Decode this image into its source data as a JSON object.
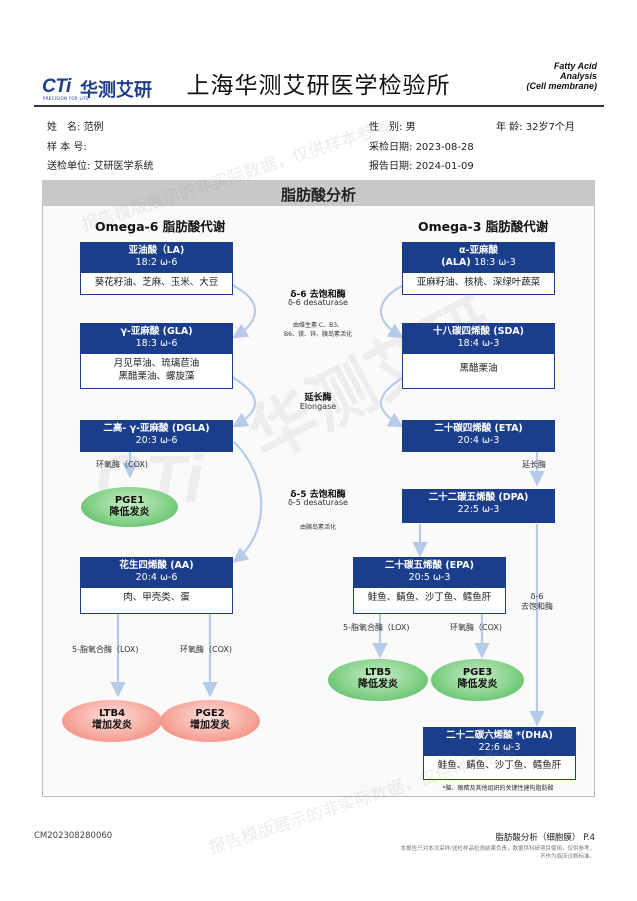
{
  "header": {
    "logo_text": "CTi",
    "logo_cn": "华测艾研",
    "logo_sub": "PRECISION FOR LIFE",
    "title": "上海华测艾研医学检验所",
    "en_title": [
      "Fatty Acid",
      "Analysis",
      "(Cell membrane)"
    ]
  },
  "patient": {
    "name_label": "姓　名:",
    "name_value": "范例",
    "gender_label": "性　别:",
    "gender_value": "男",
    "age_label": "年 龄:",
    "age_value": "32岁7个月",
    "sample_label": "样 本 号:",
    "sample_value": "",
    "collect_label": "采检日期:",
    "collect_value": "2023-08-28",
    "unit_label": "送检单位:",
    "unit_value": "艾研医学系统",
    "report_label": "报告日期:",
    "report_value": "2024-01-09"
  },
  "section_title": "脂肪酸分析",
  "omega6": {
    "title": "Omega-6  脂肪酸代谢",
    "la": {
      "name": "亚油酸（LA)",
      "formula": "18:2 ω-6",
      "sources": "葵花籽油、芝麻、玉米、大豆"
    },
    "gla": {
      "name": "γ-亚麻酸 (GLA)",
      "formula": "18:3 ω-6",
      "sources": [
        "月见草油、琉璃苣油",
        "黑醋栗油、螺旋藻"
      ]
    },
    "dgla": {
      "name": "二高- γ-亚麻酸 (DGLA)",
      "formula": "20:3 ω-6"
    },
    "cox1": "环氧酶（COX)",
    "pge1": [
      "PGE1",
      "降低发炎"
    ],
    "aa": {
      "name": "花生四烯酸 (AA)",
      "formula": "20:4 ω-6",
      "sources": "肉、甲壳类、蛋"
    },
    "lox": "5-脂氧合酶（LOX)",
    "cox2": "环氧酶（COX)",
    "ltb4": [
      "LTB4",
      "增加发炎"
    ],
    "pge2": [
      "PGE2",
      "增加发炎"
    ]
  },
  "omega3": {
    "title": "Omega-3  脂肪酸代谢",
    "ala": {
      "name": "α-亚麻酸",
      "name2": "(ALA)",
      "formula": "18:3 ω-3",
      "sources": "亚麻籽油、核桃、深绿叶蔬菜"
    },
    "sda": {
      "name": "十八碳四烯酸 (SDA)",
      "formula": "18:4 ω-3",
      "sources": "黑醋栗油"
    },
    "eta": {
      "name": "二十碳四烯酸 (ETA)",
      "formula": "20:4 ω-3"
    },
    "elongase": "延长酶",
    "dpa": {
      "name": "二十二碳五烯酸 (DPA)",
      "formula": "22:5 ω-3"
    },
    "epa": {
      "name": "二十碳五烯酸 (EPA)",
      "formula": "20:5 ω-3",
      "sources": "鲑鱼、鲭鱼、沙丁鱼、鳕鱼肝"
    },
    "lox": "5-脂氧合酶（LOX)",
    "cox": "环氧酶（COX)",
    "ltb5": [
      "LTB5",
      "降低发炎"
    ],
    "pge3": [
      "PGE3",
      "降低发炎"
    ],
    "d6": [
      "δ-6",
      "去饱和酶"
    ],
    "dha": {
      "name": "二十二碳六烯酸 *(DHA)",
      "formula": "22:6 ω-3",
      "sources": "鲑鱼、鲭鱼、沙丁鱼、鳕鱼肝"
    },
    "dha_note": "*脑、眼睛及其他组织的关键性建构脂肪酸"
  },
  "enzymes": {
    "d6_cn": "δ-6 去饱和酶",
    "d6_en": "δ-6 desaturase",
    "d6_cofactor": [
      "由维生素  C、B3、",
      "B6、镁、锌、胰岛素活化"
    ],
    "elong_cn": "延长酶",
    "elong_en": "Elongase",
    "d5_cn": "δ-5 去饱和酶",
    "d5_en": "δ-5 desaturase",
    "d5_cofactor": "由胰岛素活化"
  },
  "watermark": "报告模版展示的非实际数据，仅供样本参考",
  "footer": {
    "code": "CM202308280060",
    "page": "脂肪酸分析（细胞膜）  P.4",
    "note": [
      "本报告只对本次采样/送检样品检测结果负责，数据供科研项目使用，仅供参考，",
      "不作为临床诊断标准。"
    ]
  },
  "colors": {
    "box_blue": "#1a3e8c",
    "green_oval": "#7fcf84",
    "red_oval": "#f6a59a",
    "arrow": "#b7cbe8"
  }
}
